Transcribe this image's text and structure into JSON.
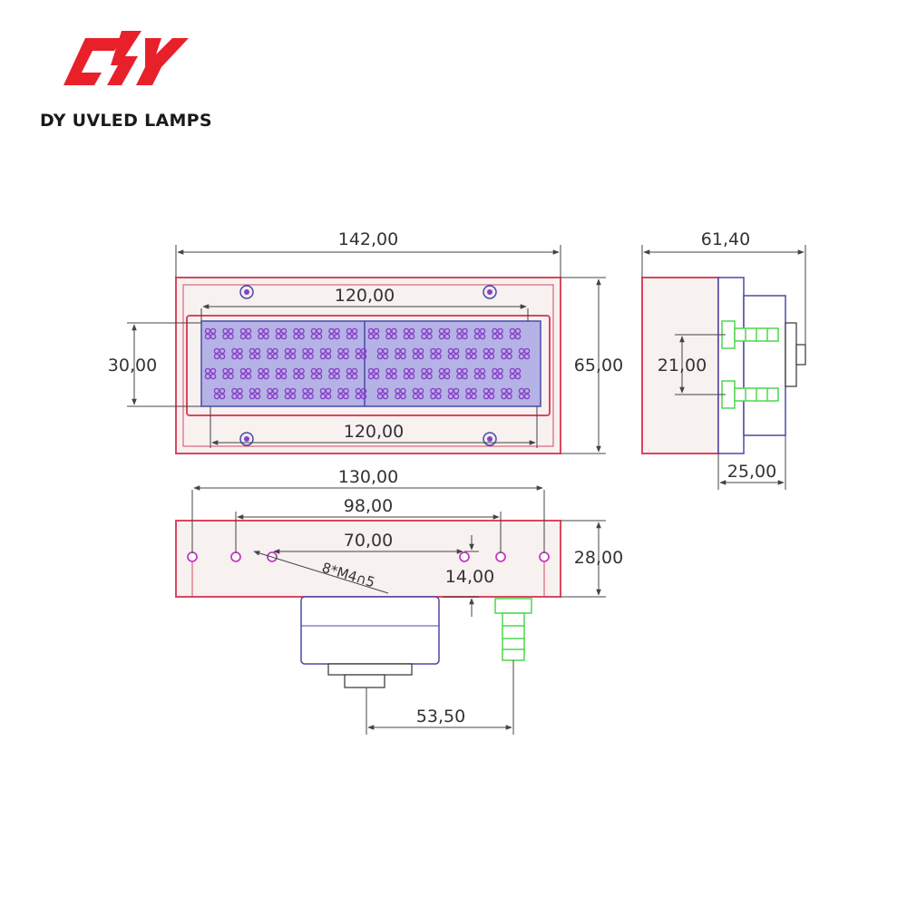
{
  "brand": {
    "name": "DY UVLED LAMPS",
    "logo_color": "#e8202a"
  },
  "dimensions": {
    "overall_width": "142,00",
    "led_window_width": "120,00",
    "led_window_height": "30,00",
    "overall_height": "65,00",
    "mount_hole_spacing": "120,00",
    "side_depth": "61,40",
    "inlet_spacing": "21,00",
    "side_rear_depth": "25,00",
    "bottom_outer_span": "130,00",
    "bottom_mid_span": "98,00",
    "bottom_inner_span": "70,00",
    "bottom_thickness": "28,00",
    "hole_offset": "14,00",
    "connector_offset": "53,50",
    "thread_note": "8*M4∩5"
  },
  "colors": {
    "housing": "#d9475f",
    "housing_fill": "#f7f1f0",
    "led_panel": "#b5b3e6",
    "led_chip": "#8a3fc8",
    "outline_blue": "#4a4aa8",
    "fitting_green": "#4fd64f",
    "hole_magenta": "#c23ec2",
    "dimension_line": "#444444"
  }
}
